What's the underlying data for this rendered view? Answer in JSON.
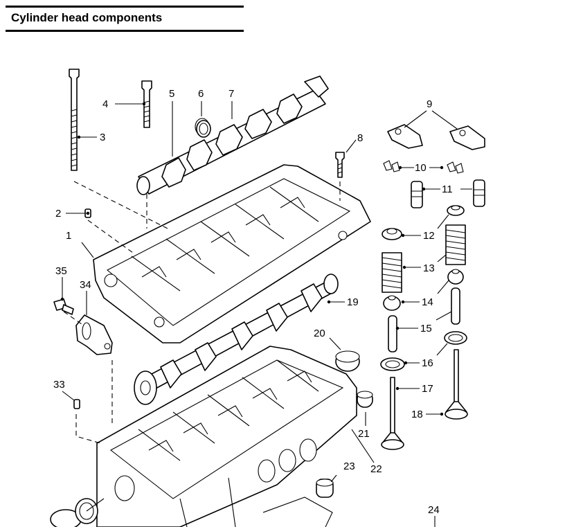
{
  "header": {
    "title": "Cylinder head components"
  },
  "callouts": [
    {
      "id": "1",
      "label": "1"
    },
    {
      "id": "2",
      "label": "2"
    },
    {
      "id": "3",
      "label": "3"
    },
    {
      "id": "4",
      "label": "4"
    },
    {
      "id": "5",
      "label": "5"
    },
    {
      "id": "6",
      "label": "6"
    },
    {
      "id": "7",
      "label": "7"
    },
    {
      "id": "8",
      "label": "8"
    },
    {
      "id": "9",
      "label": "9"
    },
    {
      "id": "10",
      "label": "10"
    },
    {
      "id": "11",
      "label": "11"
    },
    {
      "id": "12",
      "label": "12"
    },
    {
      "id": "13",
      "label": "13"
    },
    {
      "id": "14",
      "label": "14"
    },
    {
      "id": "15",
      "label": "15"
    },
    {
      "id": "16",
      "label": "16"
    },
    {
      "id": "17",
      "label": "17"
    },
    {
      "id": "18",
      "label": "18"
    },
    {
      "id": "19",
      "label": "19"
    },
    {
      "id": "20",
      "label": "20"
    },
    {
      "id": "21",
      "label": "21"
    },
    {
      "id": "22",
      "label": "22"
    },
    {
      "id": "23",
      "label": "23"
    },
    {
      "id": "24",
      "label": "24"
    },
    {
      "id": "33",
      "label": "33"
    },
    {
      "id": "34",
      "label": "34"
    },
    {
      "id": "35",
      "label": "35"
    }
  ]
}
